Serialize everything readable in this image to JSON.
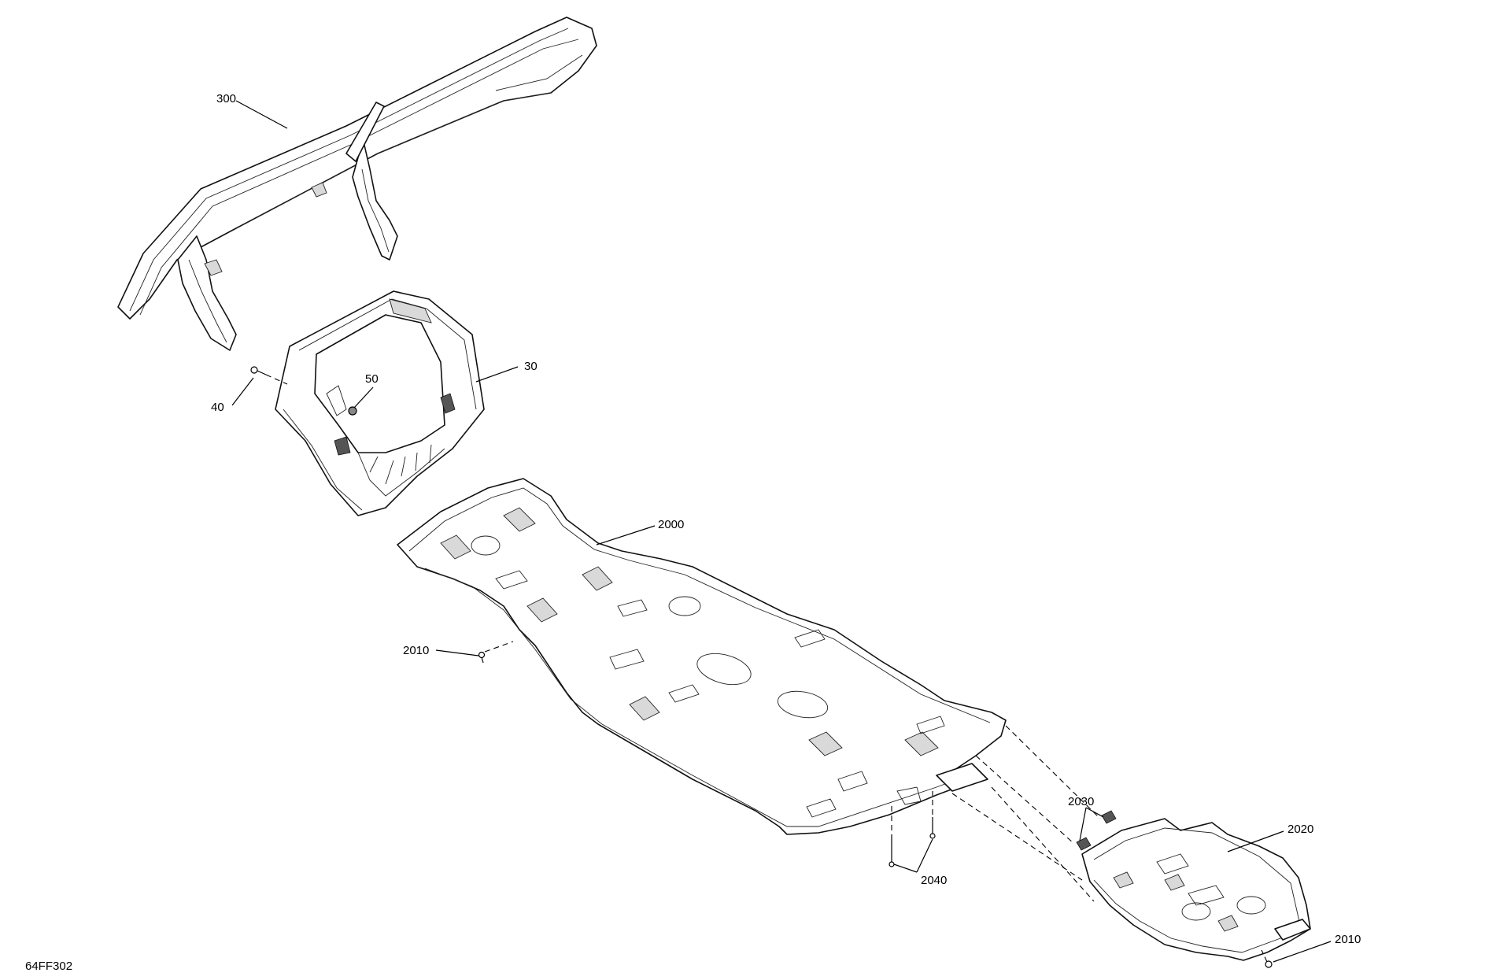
{
  "diagram": {
    "figure_code": "64FF302",
    "callouts": {
      "c300": "300",
      "c30": "30",
      "c40": "40",
      "c50": "50",
      "c2000": "2000",
      "c2010a": "2010",
      "c2010b": "2010",
      "c2020": "2020",
      "c2030": "2030",
      "c2040": "2040"
    }
  }
}
